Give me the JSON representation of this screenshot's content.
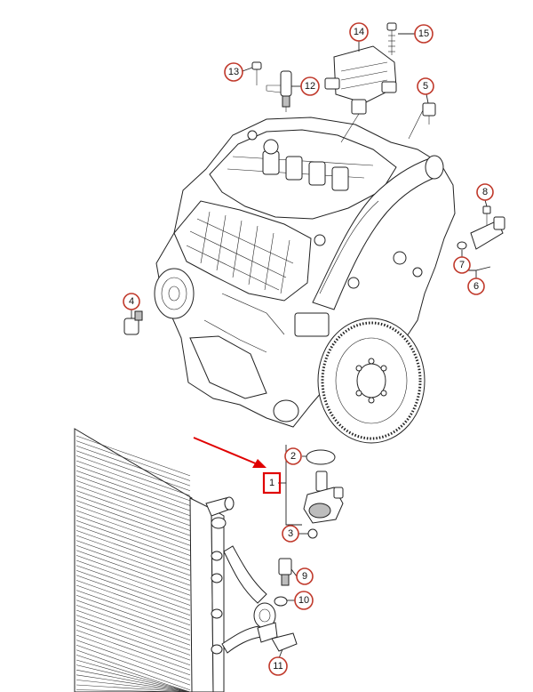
{
  "colors": {
    "callout_ring": "#c0392b",
    "highlight": "#e00000",
    "line": "#222222"
  },
  "callouts": [
    {
      "label": "1",
      "highlighted": true
    },
    {
      "label": "2"
    },
    {
      "label": "3"
    },
    {
      "label": "4"
    },
    {
      "label": "5"
    },
    {
      "label": "6"
    },
    {
      "label": "7"
    },
    {
      "label": "8"
    },
    {
      "label": "9"
    },
    {
      "label": "10"
    },
    {
      "label": "11"
    },
    {
      "label": "12"
    },
    {
      "label": "13"
    },
    {
      "label": "14"
    },
    {
      "label": "15"
    }
  ]
}
